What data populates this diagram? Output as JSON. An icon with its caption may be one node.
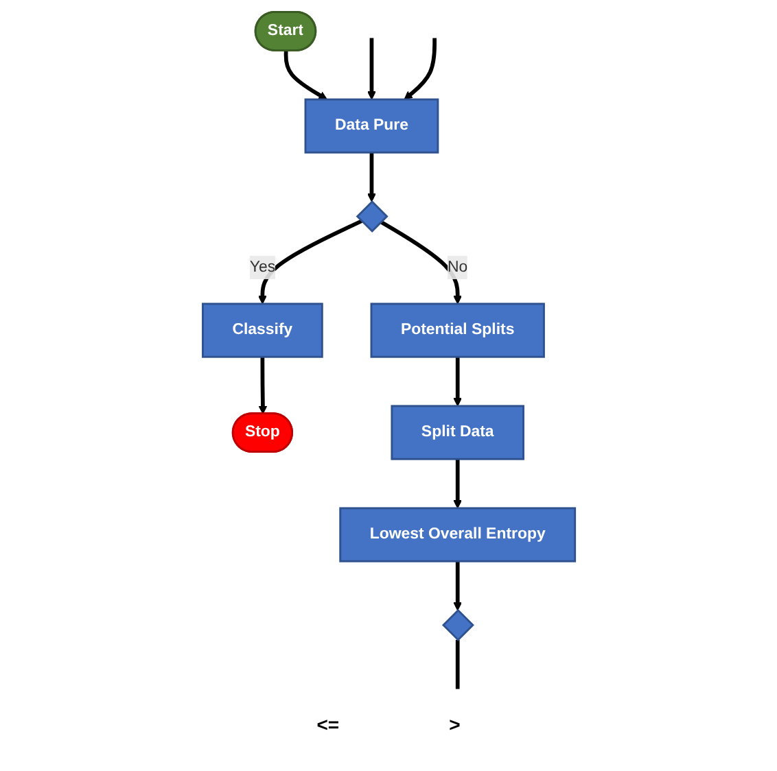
{
  "diagram": {
    "nodes": [
      {
        "text": [
          "Start"
        ]
      },
      {
        "text": [
          "Data Pure"
        ]
      },
      {
        "text": [],
        "shape": "diamond"
      },
      {
        "text": [
          "Classify"
        ]
      },
      {
        "text": [
          "Stop"
        ]
      },
      {
        "text": [
          "Potential Splits"
        ]
      },
      {
        "text": [
          "Split Data"
        ]
      },
      {
        "text": [
          "Lowest Overall Entropy"
        ]
      },
      {
        "text": [],
        "shape": "diamond"
      }
    ],
    "edges": [
      {
        "from": 0,
        "to": 1,
        "arrow": "to"
      },
      {
        "from": null,
        "to": 1,
        "arrow": "to"
      },
      {
        "from": null,
        "to": 1,
        "arrow": "to"
      },
      {
        "from": 1,
        "to": 2,
        "arrow": "to"
      },
      {
        "from": 2,
        "to": 3,
        "label": "Yes",
        "arrow": "to"
      },
      {
        "from": 2,
        "to": 5,
        "label": "No",
        "arrow": "to"
      },
      {
        "from": 3,
        "to": 4,
        "arrow": "to"
      },
      {
        "from": 5,
        "to": 6,
        "arrow": "to"
      },
      {
        "from": 6,
        "to": 7,
        "arrow": "to"
      },
      {
        "from": 7,
        "to": 8,
        "arrow": "to"
      },
      {
        "from": 8,
        "to": null,
        "arrow": "none"
      }
    ],
    "labels": [
      "<=",
      ">"
    ]
  }
}
